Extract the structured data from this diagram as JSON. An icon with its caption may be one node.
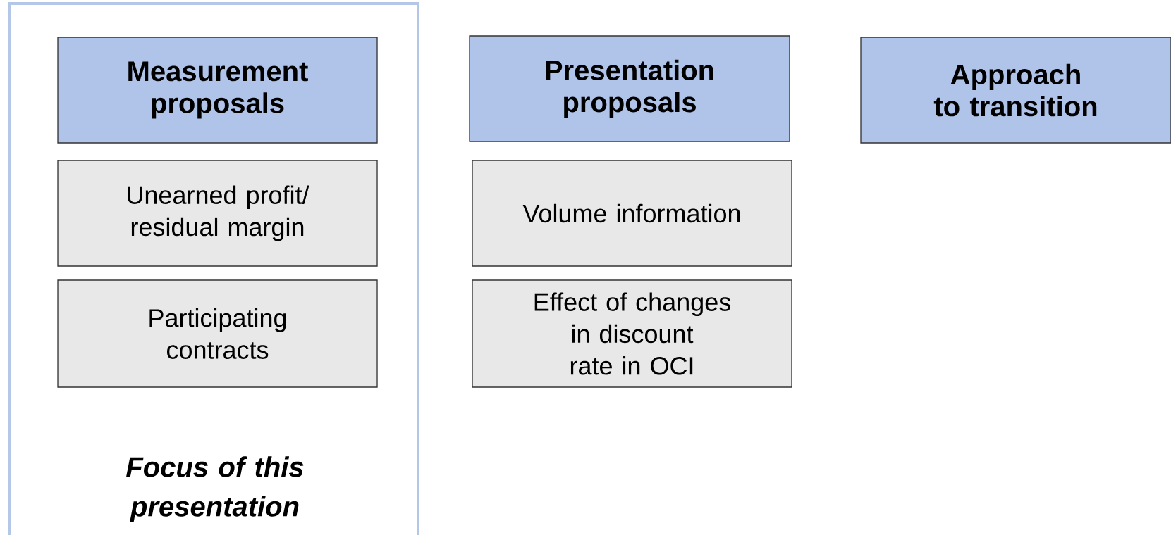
{
  "diagram": {
    "nodes": [
      {
        "text": [
          "Focus of this presentation"
        ]
      },
      {
        "text": [
          "Measurement proposals"
        ],
        "in": 0
      },
      {
        "text": [
          "Unearned profit/ residual margin"
        ],
        "in": 0
      },
      {
        "text": [
          "Participating contracts"
        ],
        "in": 0
      },
      {
        "text": [
          "Presentation proposals"
        ]
      },
      {
        "text": [
          "Volume information"
        ]
      },
      {
        "text": [
          "Effect of changes in discount rate in OCI"
        ]
      },
      {
        "text": [
          "Approach to transition"
        ]
      }
    ]
  }
}
